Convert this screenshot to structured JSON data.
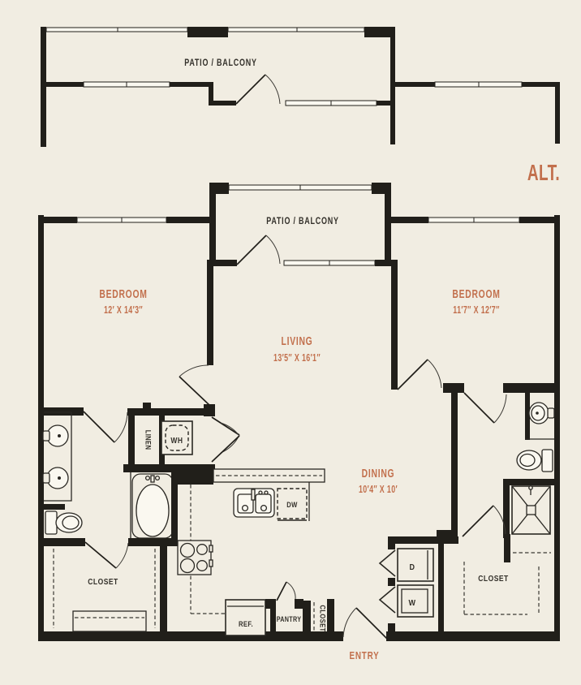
{
  "colors": {
    "background": "#f1ede2",
    "wall": "#211f1a",
    "accent": "#c2704d",
    "ink": "#33302a"
  },
  "alt_preview": {
    "patio_label": "PATIO / BALCONY",
    "variant_label": "ALT."
  },
  "plan": {
    "patio": {
      "label": "PATIO / BALCONY"
    },
    "bedroom_left": {
      "label": "BEDROOM",
      "dims": "12′ X 14′3″"
    },
    "bedroom_right": {
      "label": "BEDROOM",
      "dims": "11′7″ X 12′7″"
    },
    "living": {
      "label": "LIVING",
      "dims": "13′5″ X 16′1″"
    },
    "dining": {
      "label": "DINING",
      "dims": "10′4″ X 10′"
    },
    "entry": {
      "label": "ENTRY"
    },
    "closet_left": {
      "label": "CLOSET"
    },
    "closet_right": {
      "label": "CLOSET"
    },
    "closet_entry": {
      "label": "CLOSET"
    },
    "linen": {
      "label": "LINEN"
    },
    "pantry": {
      "label": "PANTRY"
    },
    "refrigerator": {
      "label": "REF."
    },
    "dishwasher": {
      "label": "DW"
    },
    "water_heater": {
      "label": "WH"
    },
    "dryer": {
      "label": "D"
    },
    "washer": {
      "label": "W"
    }
  }
}
